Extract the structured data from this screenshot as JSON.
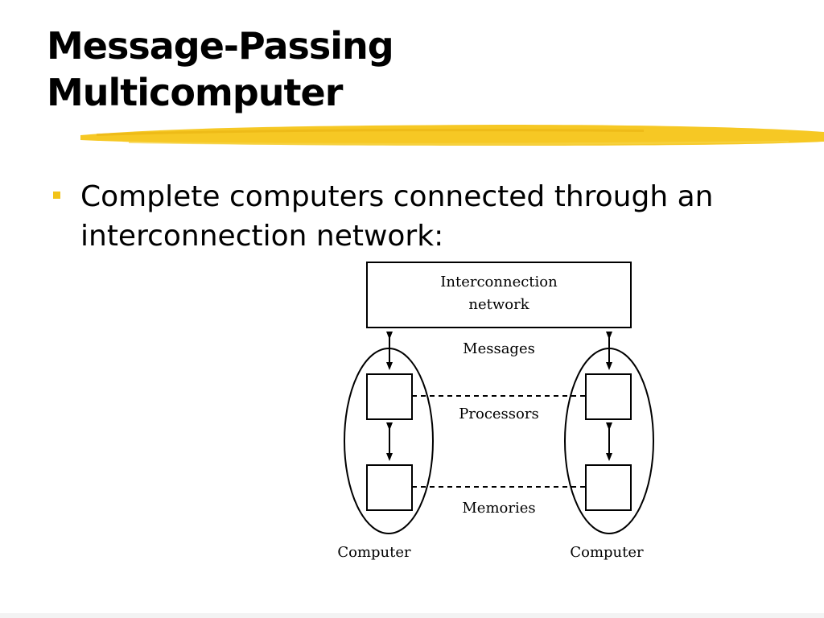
{
  "slide": {
    "title_lines": [
      "Message-Passing",
      "Multicomputer"
    ],
    "bullet_lines": [
      "Complete computers connected through an",
      "interconnection network:"
    ]
  },
  "diagram": {
    "network_label_lines": [
      "Interconnection",
      "network"
    ],
    "messages_label": "Messages",
    "processors_label": "Processors",
    "memories_label": "Memories",
    "computer_label_left": "Computer",
    "computer_label_right": "Computer"
  },
  "colors": {
    "accent": "#f2c318",
    "brush": "#f5c518"
  }
}
